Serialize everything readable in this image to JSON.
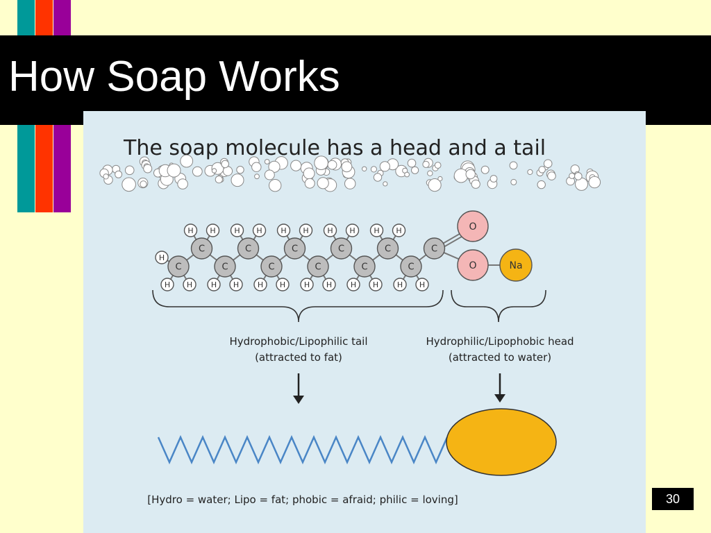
{
  "slide": {
    "title": "How Soap Works",
    "page_number": "30",
    "colors": {
      "background": "#ffffcc",
      "title_bar": "#000000",
      "stripe_teal": "#009999",
      "stripe_red": "#ff3300",
      "stripe_purple": "#990099",
      "panel": "#dcebf2",
      "oxygen": "#f4b6b6",
      "sodium": "#f5b414",
      "carbon": "#bdbdbd",
      "zigzag": "#4a86c6"
    }
  },
  "figure": {
    "heading": "The soap molecule has a head and a tail",
    "atoms": {
      "hydrogen": "H",
      "carbon": "C",
      "oxygen": "O",
      "sodium": "Na"
    },
    "tail_label": "Hydrophobic/Lipophilic tail",
    "tail_sublabel": "(attracted to fat)",
    "head_label": "Hydrophilic/Lipophobic head",
    "head_sublabel": "(attracted to water)",
    "footnote": "[Hydro = water; Lipo = fat; phobic = afraid; philic = loving]"
  }
}
